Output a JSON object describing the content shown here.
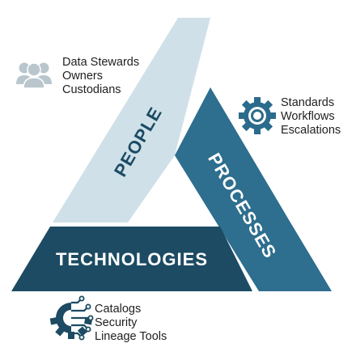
{
  "colors": {
    "people_light": "#cfe0e8",
    "processes_mid": "#2e6e8e",
    "technologies_dark": "#1c4b63",
    "text_dark": "#1c4b63",
    "caption_text": "#1f1f1f",
    "label_white": "#ffffff",
    "people_icon_gray": "#b9c6cd",
    "gear_blue": "#2b6b8c",
    "tech_icon_dark": "#1c4b63"
  },
  "segments": {
    "people": {
      "label": "PEOPLE"
    },
    "processes": {
      "label": "PROCESSES"
    },
    "technologies": {
      "label": "TECHNOLOGIES"
    }
  },
  "groups": {
    "people": {
      "icon": "people-group-icon",
      "items": [
        "Data Stewards",
        "Owners",
        "Custodians"
      ]
    },
    "processes": {
      "icon": "gear-icon",
      "items": [
        "Standards",
        "Workflows",
        "Escalations"
      ]
    },
    "technologies": {
      "icon": "gear-circuit-icon",
      "items": [
        "Catalogs",
        "Security",
        "Lineage Tools"
      ]
    }
  }
}
